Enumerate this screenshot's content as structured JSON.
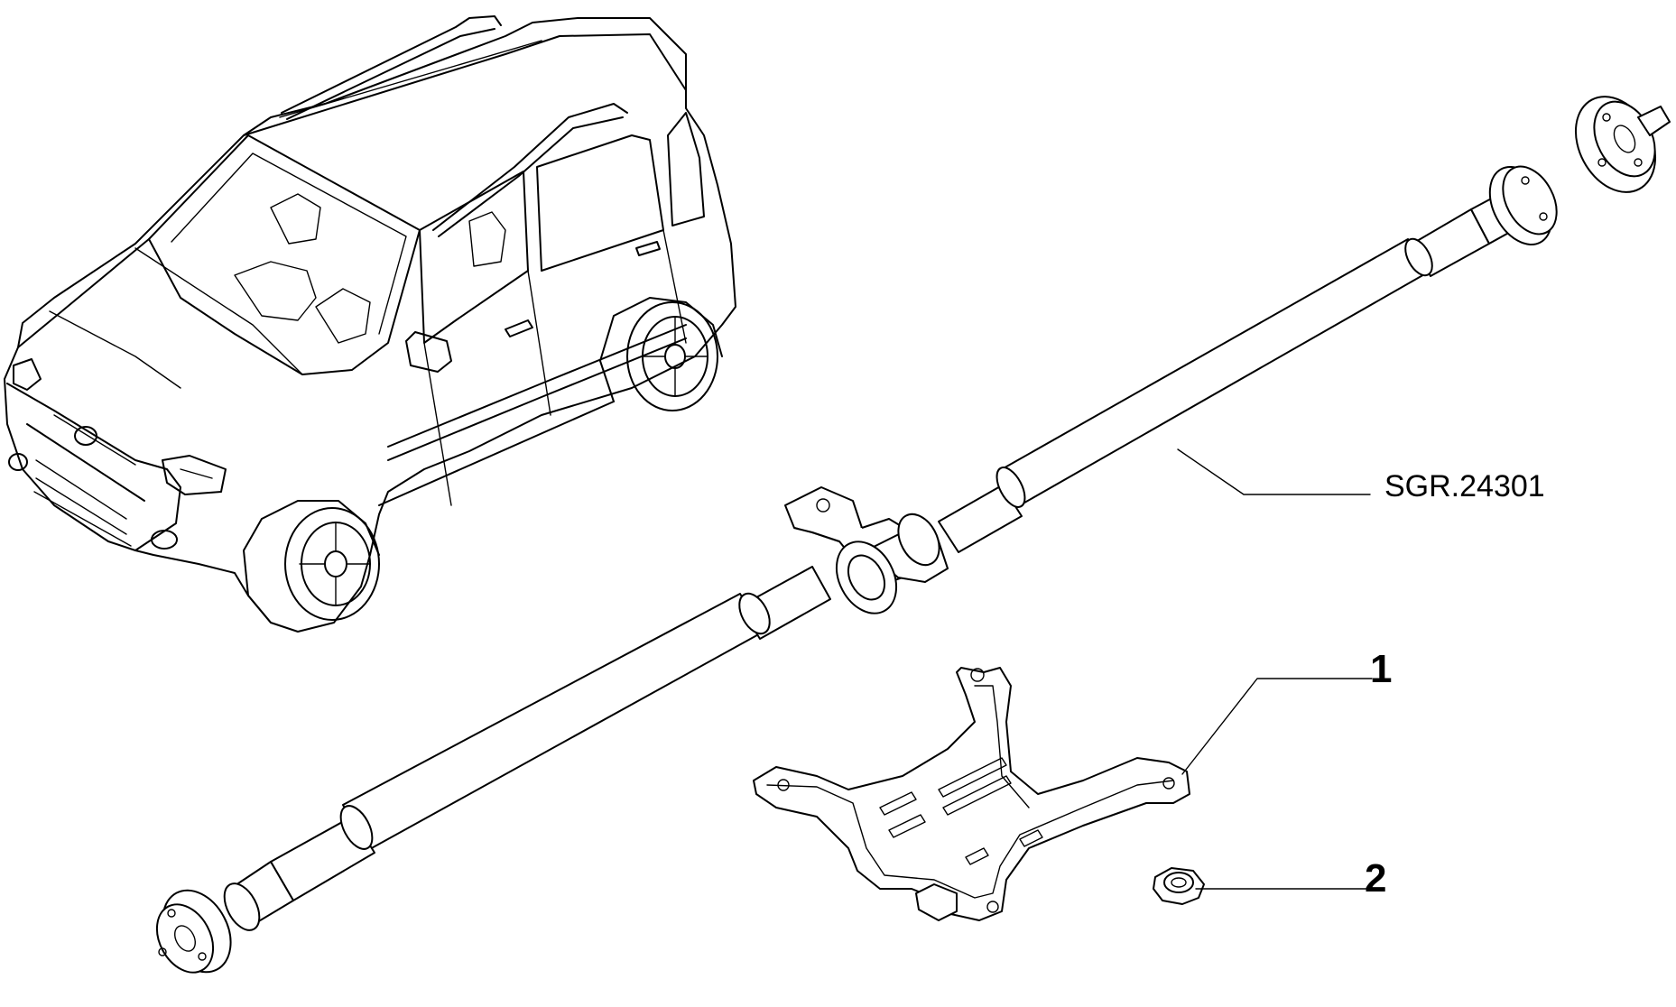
{
  "callouts": {
    "shaft_ref": "SGR.24301",
    "part_1": "1",
    "part_2": "2"
  },
  "colors": {
    "line": "#000000",
    "background": "#ffffff"
  }
}
